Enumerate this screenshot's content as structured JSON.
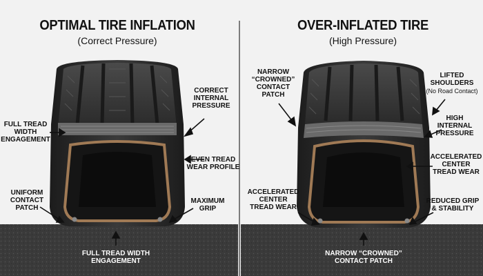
{
  "left_panel": {
    "title": "OPTIMAL TIRE INFLATION",
    "subtitle": "(Correct Pressure)",
    "labels": {
      "correct_pressure": "CORRECT\nINTERNAL\nPRESSURE",
      "full_tread": "FULL TREAD\nWIDTH\nENGAGEMENT",
      "even_wear": "EVEN TREAD\nWEAR PROFILE",
      "uniform_patch": "UNIFORM\nCONTACT\nPATCH",
      "max_grip": "MAXIMUM\nGRIP",
      "bottom": "FULL TREAD WIDTH\nENGAGEMENT"
    }
  },
  "right_panel": {
    "title": "OVER-INFLATED TIRE",
    "subtitle": "(High Pressure)",
    "labels": {
      "narrow_crowned": "NARROW\n“CROWNED”\nCONTACT\nPATCH",
      "lifted": "LIFTED\nSHOULDERS",
      "no_contact": "(No Road Contact)",
      "high_pressure": "HIGH\nINTERNAL\nPRESSURE",
      "accel_center_right": "ACCELERATED\nCENTER\nTREAD WEAR",
      "accel_center_left": "ACCELERATED\nCENTER\nTREAD WEAR",
      "reduced_grip": "REDUCED GRIP\n& STABILITY",
      "bottom": "NARROW “CROWNED”\nCONTACT PATCH"
    }
  },
  "colors": {
    "background": "#f2f2f2",
    "tire": "#2a2a2a",
    "tread": "#3b3b3b",
    "rim_band": "#a07a55",
    "road": "#3a3a3a",
    "text": "#111111"
  }
}
